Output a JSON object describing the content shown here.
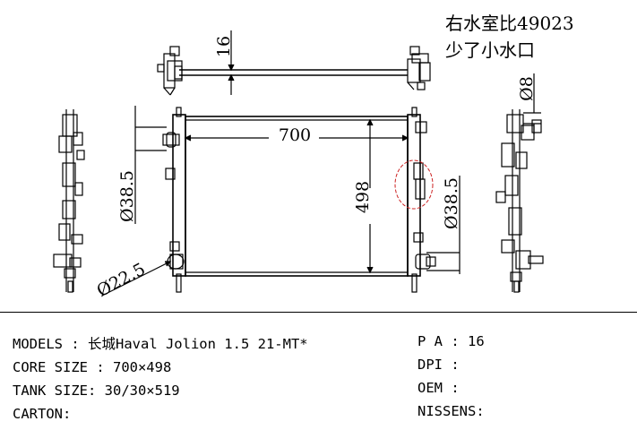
{
  "drawing": {
    "dimensions": {
      "top_bar": "16",
      "width": "700",
      "height": "498",
      "left_pipe": "Ø38.5",
      "right_pipe": "Ø38.5",
      "side_pipe": "Ø8",
      "bottom_pipe": "Ø22.5"
    },
    "notes": [
      "右水室比49023",
      "少了小水口"
    ],
    "highlight_color": "#cc2222"
  },
  "spec": {
    "left": [
      "MODELS : 长城Haval Jolion 1.5 21-MT*",
      "CORE SIZE : 700×498",
      "TANK SIZE: 30/30×519",
      "CARTON:"
    ],
    "right": [
      "P A : 16",
      "DPI :",
      "OEM :",
      "NISSENS:"
    ]
  }
}
